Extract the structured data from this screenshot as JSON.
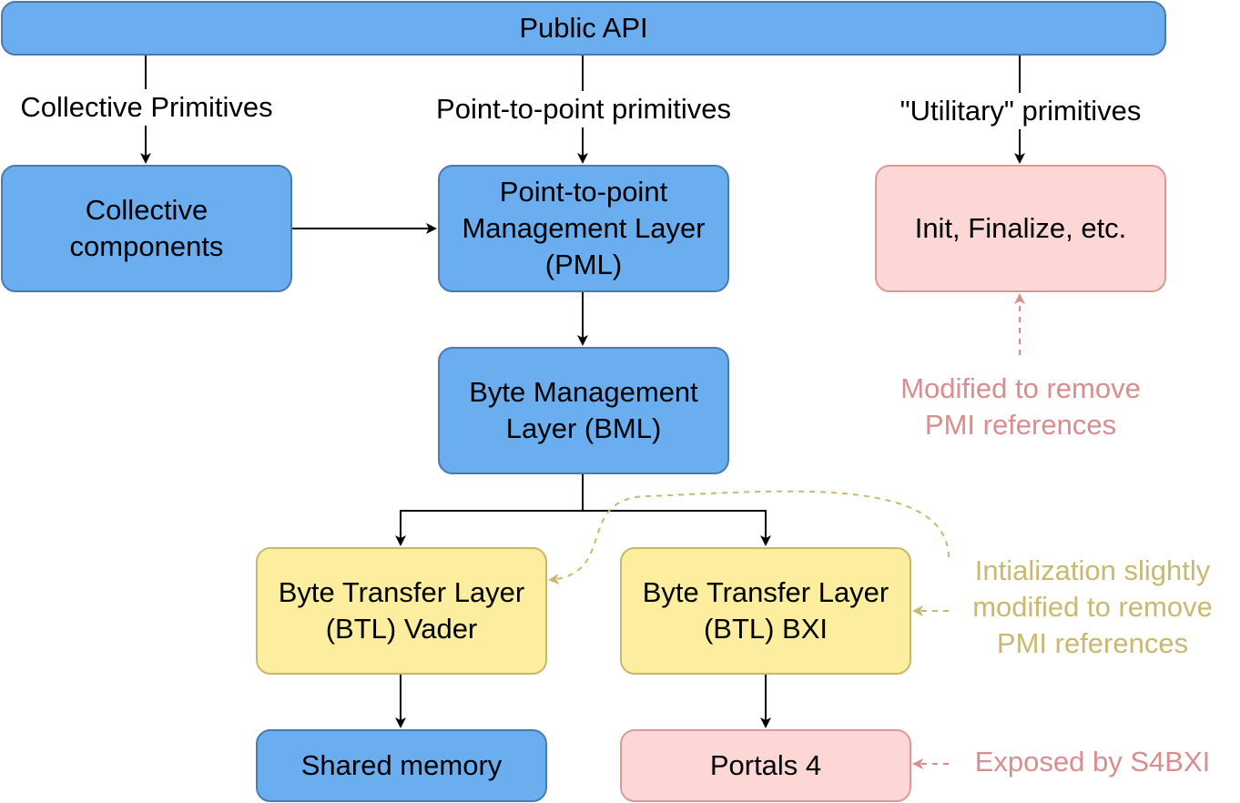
{
  "boxes": {
    "public_api": "Public API",
    "collective_components": "Collective\ncomponents",
    "pml": "Point-to-point\nManagement Layer\n(PML)",
    "init_finalize": "Init, Finalize, etc.",
    "bml": "Byte Management\nLayer (BML)",
    "btl_vader": "Byte Transfer Layer\n(BTL) Vader",
    "btl_bxi": "Byte Transfer Layer\n(BTL) BXI",
    "shared_memory": "Shared memory",
    "portals4": "Portals 4"
  },
  "edge_labels": {
    "collective_primitives": "Collective Primitives",
    "p2p_primitives": "Point-to-point primitives",
    "utilitary_primitives": "\"Utilitary\" primitives"
  },
  "annotations": {
    "modified_pmi": "Modified to remove\nPMI references",
    "init_modified": "Intialization slightly\nmodified to remove\nPMI references",
    "exposed_s4bxi": "Exposed by S4BXI"
  },
  "colors": {
    "blue_fill": "#6aaeef",
    "yellow_fill": "#fcee9e",
    "pink_fill": "#fdd6d6",
    "pink_text": "#d98d8d",
    "yellow_text": "#c9b870"
  }
}
